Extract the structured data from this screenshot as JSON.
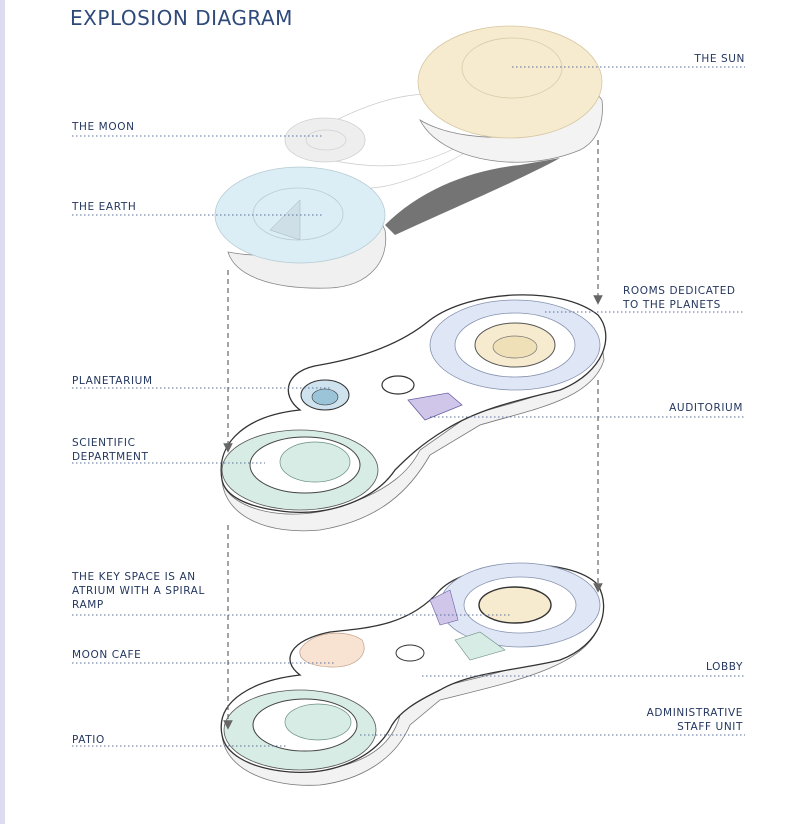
{
  "title": "EXPLOSION DIAGRAM",
  "labels": {
    "sun": "THE  SUN",
    "moon": "THE MOON",
    "earth": "THE EARTH",
    "planets": "ROOMS DEDICATED\nTO THE PLANETS",
    "planetarium": "PLANETARIUM",
    "auditorium": "AUDITORIUM",
    "scientific": "SCIENTIFIC\nDEPARTMENT",
    "atrium": "THE KEY SPACE IS AN\nATRIUM WITH A SPIRAL\nRAMP",
    "cafe": "MOON CAFE",
    "lobby": "LOBBY",
    "admin": "ADMINISTRATIVE\nSTAFF UNIT",
    "patio": "PATIO"
  },
  "colors": {
    "sun": "#f6ebcf",
    "earth": "#dceef5",
    "moon": "#eeeeee",
    "planets": "#dfe6f6",
    "purple": "#cfc6ea",
    "green": "#d7ece4",
    "cafe": "#f8e3d3",
    "leader": "#5a6f9a"
  }
}
